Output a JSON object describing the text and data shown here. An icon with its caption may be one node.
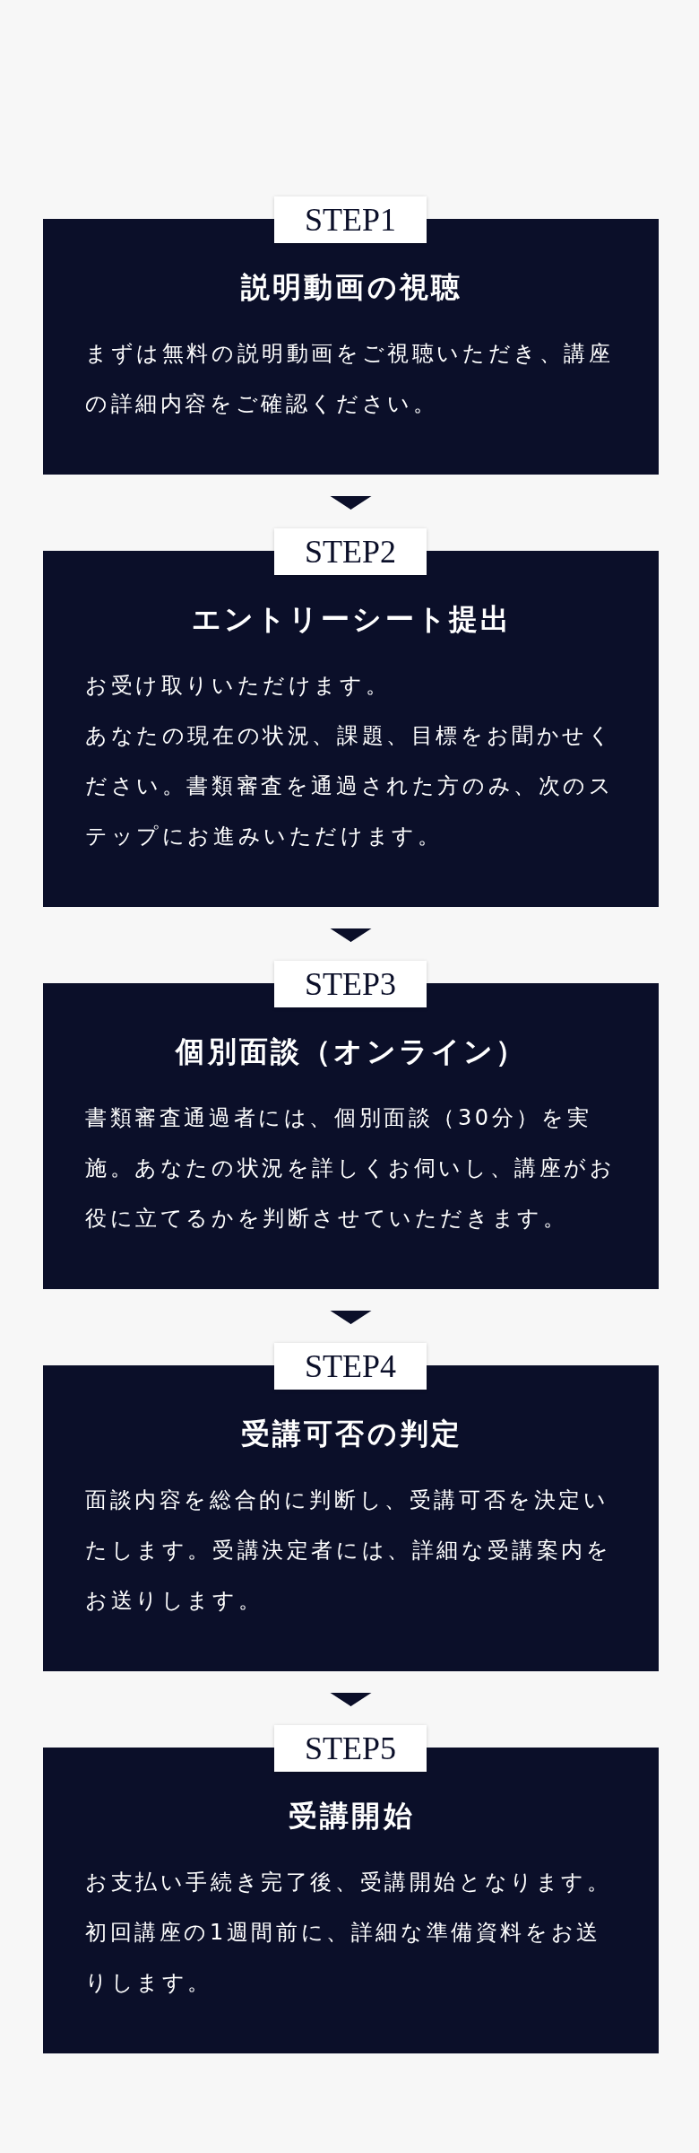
{
  "diagram": {
    "nodes": [
      {
        "text": [
          "STEP1"
        ]
      },
      {
        "text": [
          "説明動画の視聴",
          "まずは無料の説明動画をご視聴いただき、講座の詳細内容をご確認ください。"
        ]
      },
      {
        "text": [
          "STEP2"
        ]
      },
      {
        "text": [
          "エントリーシート提出",
          "お受け取りいただけます。",
          "あなたの現在の状況、課題、目標をお聞かせください。書類審査を通過された方のみ、次のステップにお進みいただけます。"
        ]
      },
      {
        "text": [
          "STEP3"
        ]
      },
      {
        "text": [
          "個別面談（オンライン）",
          "書類審査通過者には、個別面談（30分）を実施。あなたの状況を詳しくお伺いし、講座がお役に立てるかを判断させていただきます。"
        ]
      },
      {
        "text": [
          "STEP4"
        ]
      },
      {
        "text": [
          "受講可否の判定",
          "面談内容を総合的に判断し、受講可否を決定いたします。受講決定者には、詳細な受講案内をお送りします。"
        ]
      },
      {
        "text": [
          "STEP5"
        ]
      },
      {
        "text": [
          "受講開始",
          "お支払い手続き完了後、受講開始となります。",
          "初回講座の1週間前に、詳細な準備資料をお送りします。"
        ]
      }
    ],
    "edges": [
      {
        "from": 1,
        "to": 2,
        "arrow": "to"
      },
      {
        "from": 3,
        "to": 4,
        "arrow": "to"
      },
      {
        "from": 5,
        "to": 6,
        "arrow": "to"
      },
      {
        "from": 7,
        "to": 8,
        "arrow": "to"
      }
    ]
  }
}
